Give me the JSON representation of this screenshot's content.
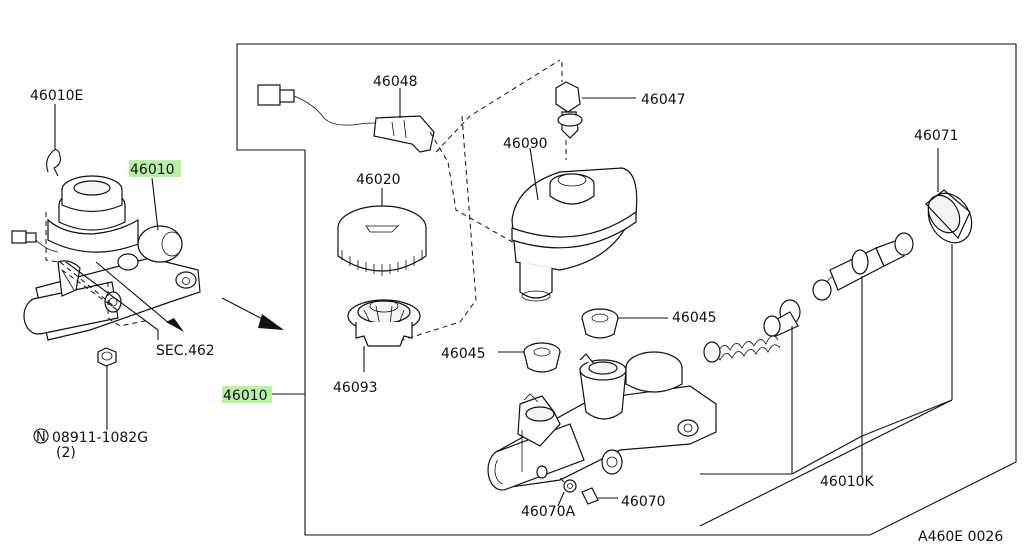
{
  "labels": {
    "p46010e": "46010E",
    "p46010_top": "46010",
    "sec462": "SEC.462",
    "p08911_code": "08911-1082G",
    "p08911_qty": "(2)",
    "p08911_mark": "N",
    "p46010_left": "46010",
    "p46048": "46048",
    "p46047": "46047",
    "p46090": "46090",
    "p46020": "46020",
    "p46071": "46071",
    "p46045a": "46045",
    "p46045b": "46045",
    "p46093": "46093",
    "p46010k": "46010K",
    "p46070": "46070",
    "p46070a": "46070A",
    "diagram_code": "A460E 0026"
  },
  "colors": {
    "highlight": "#b8f0a8",
    "line": "#111111",
    "background": "#ffffff"
  }
}
